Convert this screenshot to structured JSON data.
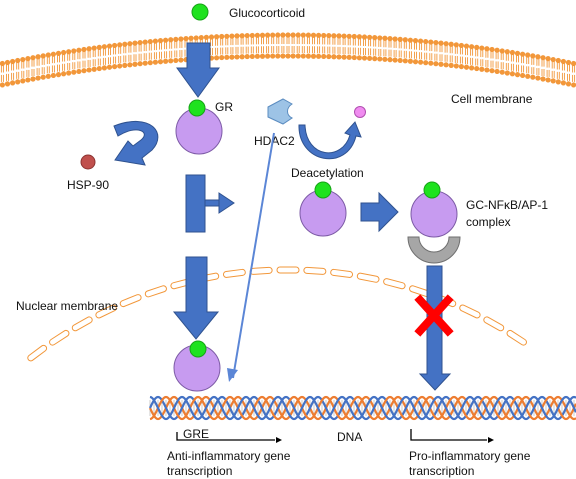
{
  "labels": {
    "glucocorticoid": "Glucocorticoid",
    "cell_membrane": "Cell membrane",
    "gr": "GR",
    "hdac2": "HDAC2",
    "hsp90": "HSP-90",
    "deacetylation": "Deacetylation",
    "complex_line1": "GC-NFκB/AP-1",
    "complex_line2": "complex",
    "nuclear_membrane": "Nuclear membrane",
    "gre": "GRE",
    "dna": "DNA",
    "anti_line1": "Anti-inflammatory gene",
    "anti_line2": "transcription",
    "pro_line1": "Pro-inflammatory gene",
    "pro_line2": "transcription"
  },
  "colors": {
    "glucocorticoid": "#1ee21e",
    "receptor": "#c79bf0",
    "arrow_fill": "#4472c4",
    "arrow_stroke": "#2f528f",
    "membrane": "#f2973a",
    "hsp90": "#c0504d",
    "hdac2": "#9dc3e6",
    "acetyl": "#f08cf0",
    "inhibitor": "#ff0000",
    "complex_cup": "#a6a6a6",
    "dna_strand_a": "#ed7d31",
    "dna_strand_b": "#4472c4"
  },
  "icons": {
    "block_marker": "red-x-icon",
    "transcription_start": "bent-arrow-icon"
  }
}
